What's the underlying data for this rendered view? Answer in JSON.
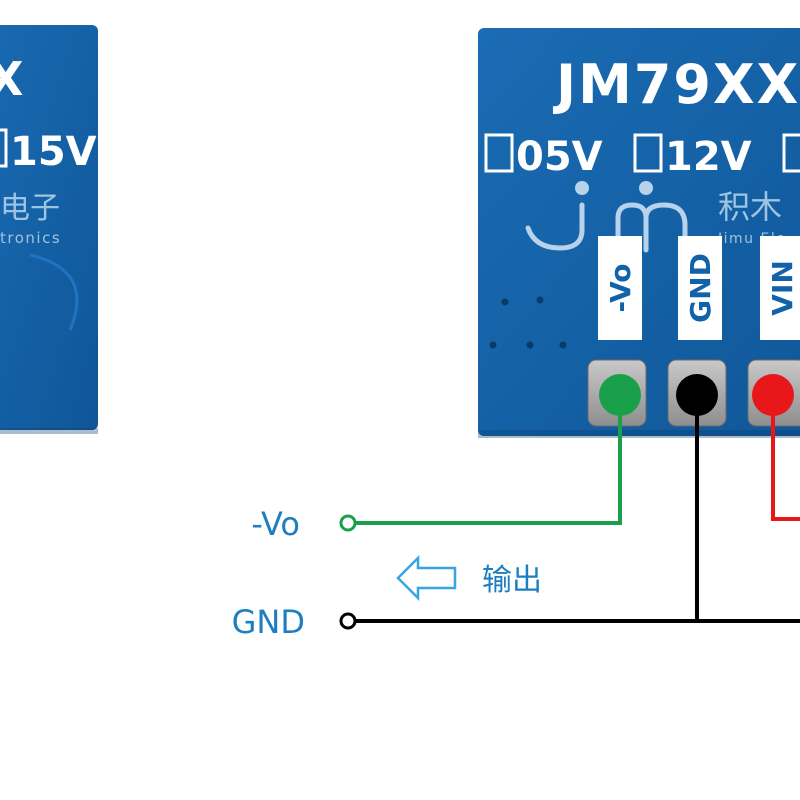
{
  "left_module": {
    "title_fragment": "X",
    "voltage_option": "15V",
    "brand_cn_fragment": "电子",
    "brand_en_fragment": "tronics"
  },
  "right_module": {
    "title": "JM79XX",
    "voltage_options": [
      "05V",
      "12V"
    ],
    "brand_cn": "积木",
    "brand_en": "Jimu Ele",
    "pins": [
      {
        "label": "-Vo",
        "wire_color": "#1aa04a"
      },
      {
        "label": "GND",
        "wire_color": "#000000"
      },
      {
        "label": "VIN",
        "wire_color": "#e8171a"
      }
    ]
  },
  "terminals": {
    "output": "-Vo",
    "ground": "GND"
  },
  "output_label": "输出",
  "colors": {
    "pcb": "#1262aa",
    "label_text": "#1d7fc2",
    "arrow": "#37a6e0"
  }
}
